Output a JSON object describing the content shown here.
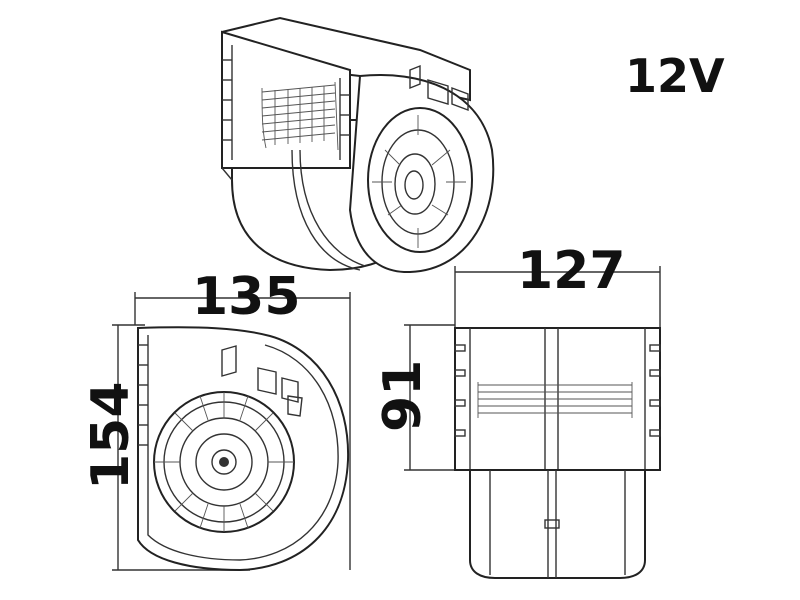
{
  "voltage_label": "12V",
  "dimensions": {
    "width_front": "135",
    "height_front": "154",
    "width_side": "127",
    "height_side": "91"
  },
  "views": {
    "isometric": "isometric-view",
    "front": "front-view",
    "side": "side-view"
  }
}
